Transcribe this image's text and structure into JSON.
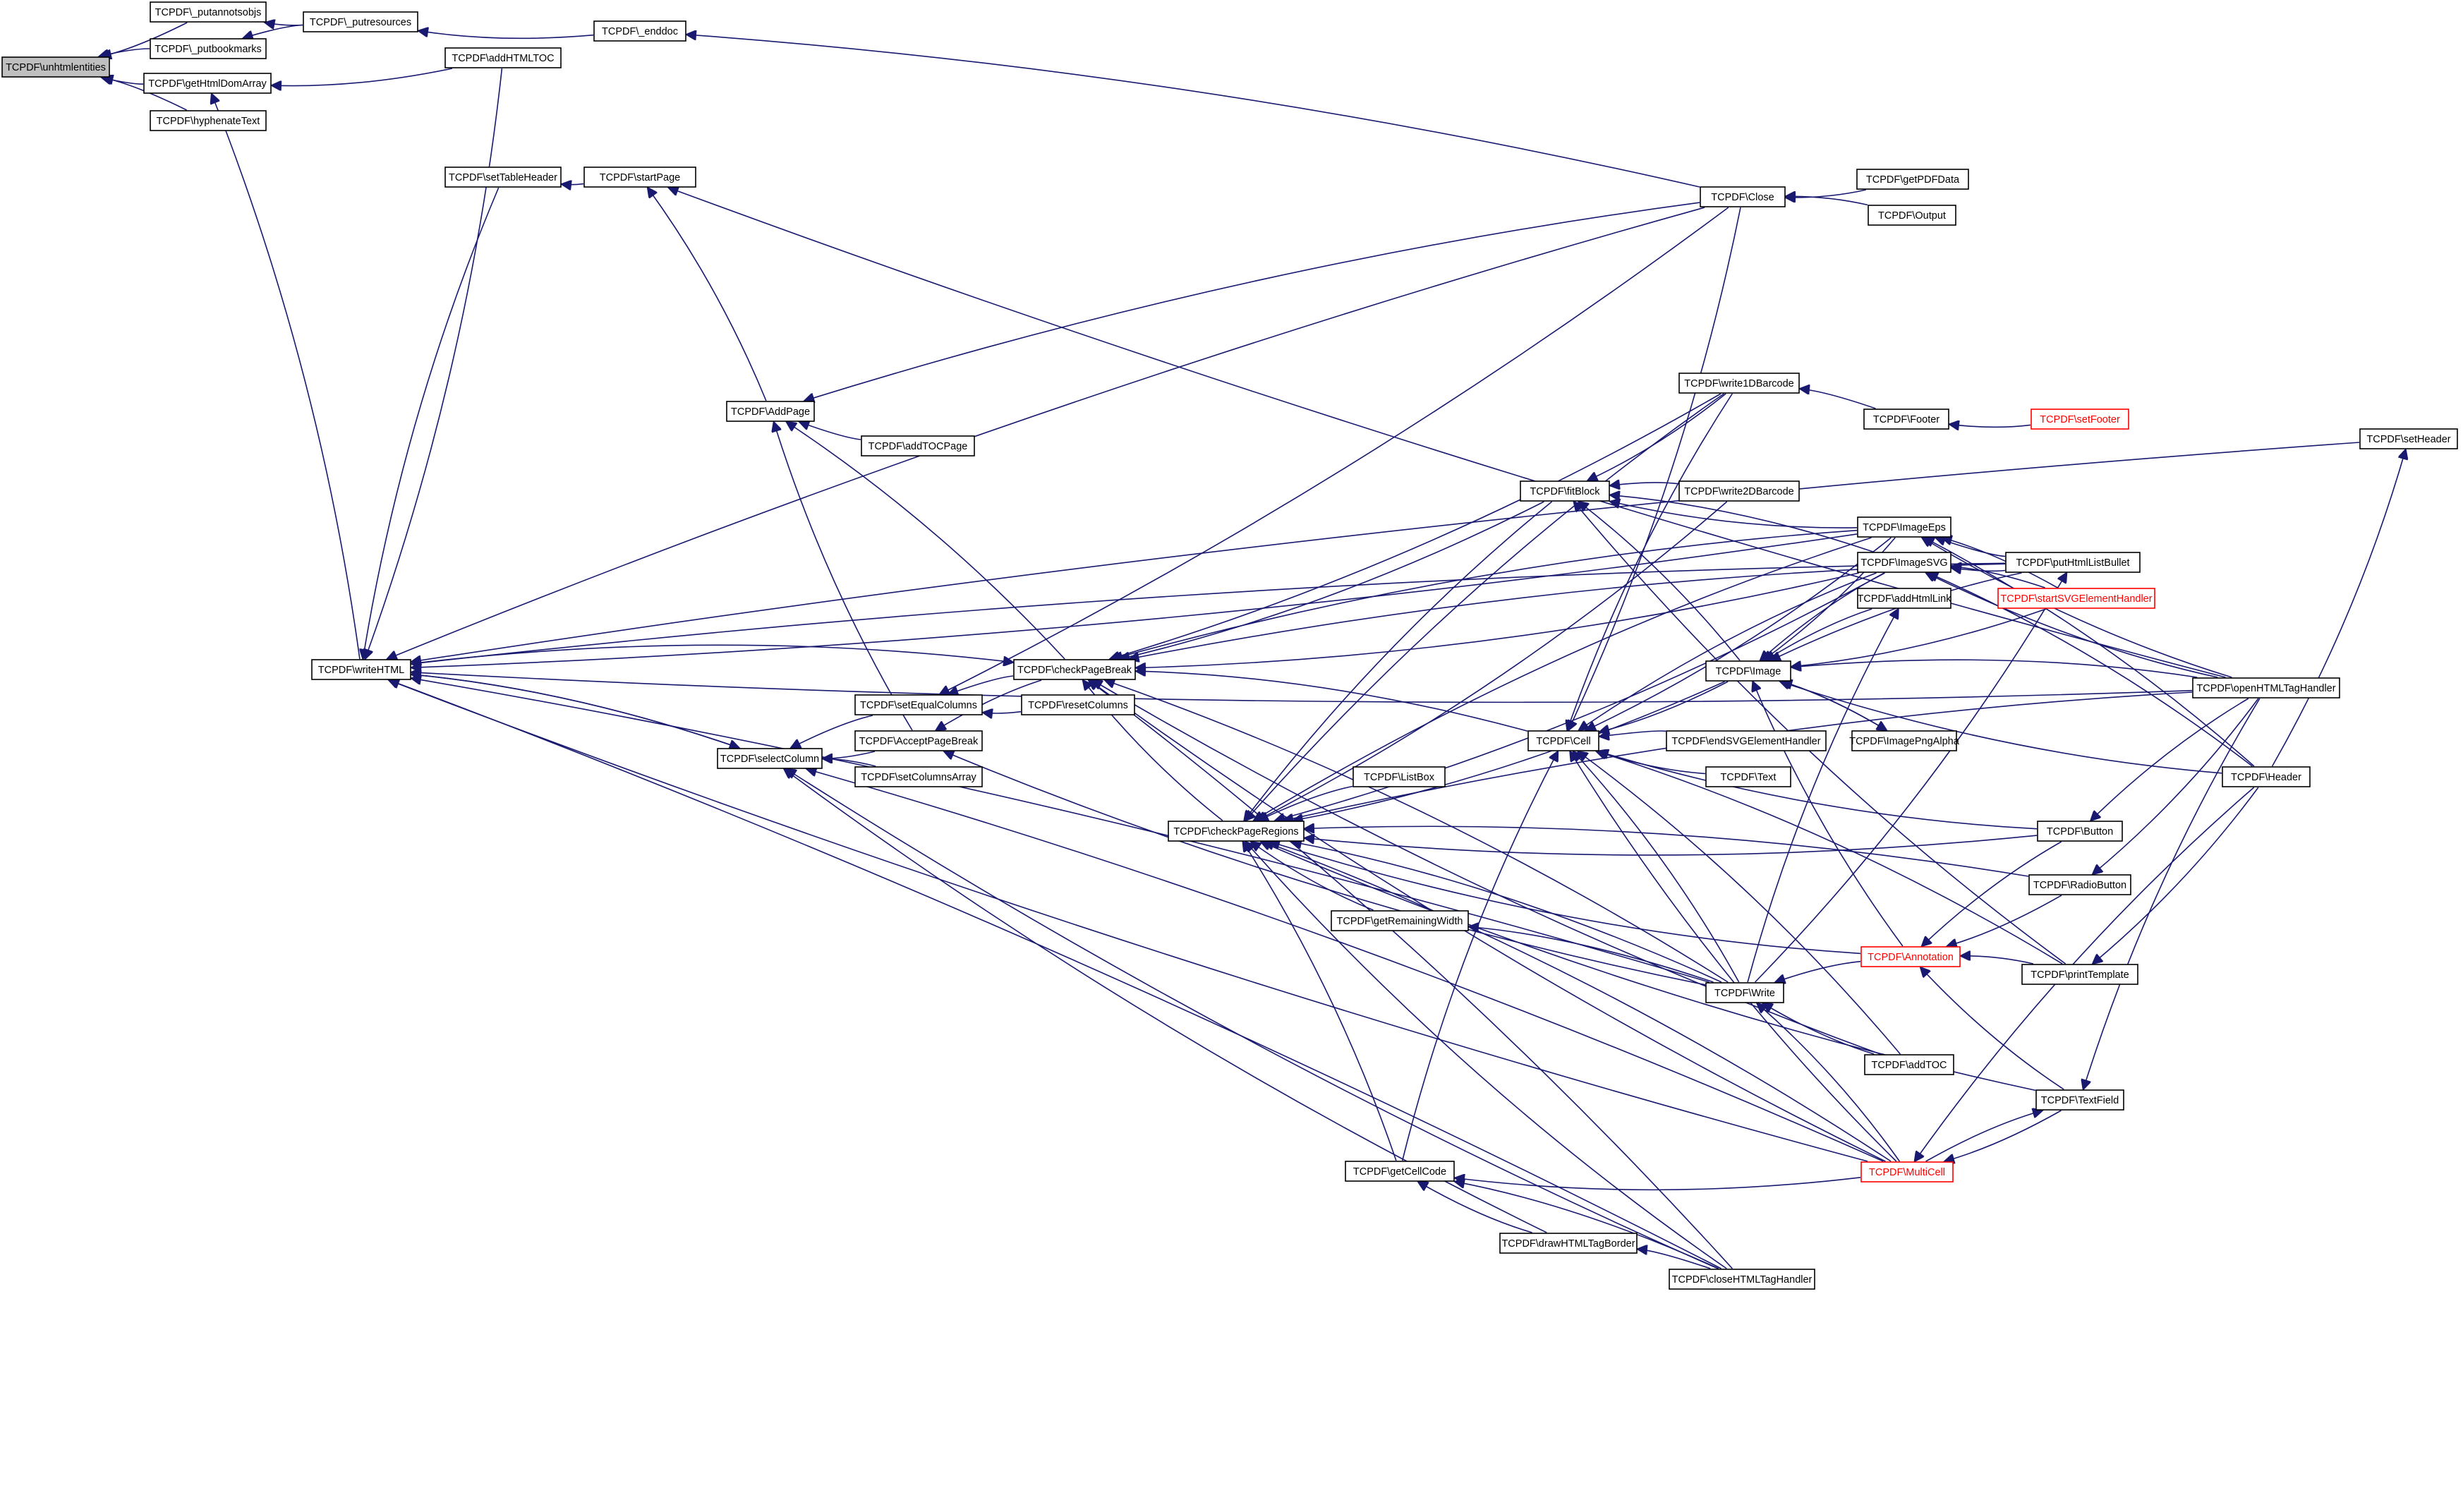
{
  "graph": {
    "colors": {
      "edge": "#191970",
      "node_fill": "#ffffff",
      "root_fill": "#bfbfbf",
      "truncated": "#ff0000",
      "text": "#000000"
    },
    "nodes": {
      "unhtmlentities": {
        "label": "TCPDF\\unhtmlentities",
        "kind": "root"
      },
      "putannotsobjs": {
        "label": "TCPDF\\_putannotsobjs"
      },
      "putbookmarks": {
        "label": "TCPDF\\_putbookmarks"
      },
      "getHtmlDomArray": {
        "label": "TCPDF\\getHtmlDomArray"
      },
      "hyphenateText": {
        "label": "TCPDF\\hyphenateText"
      },
      "putresources": {
        "label": "TCPDF\\_putresources"
      },
      "enddoc": {
        "label": "TCPDF\\_enddoc"
      },
      "addHTMLTOC": {
        "label": "TCPDF\\addHTMLTOC"
      },
      "setTableHeader": {
        "label": "TCPDF\\setTableHeader"
      },
      "startPage": {
        "label": "TCPDF\\startPage"
      },
      "writeHTML": {
        "label": "TCPDF\\writeHTML"
      },
      "AddPage": {
        "label": "TCPDF\\AddPage"
      },
      "addTOCPage": {
        "label": "TCPDF\\addTOCPage"
      },
      "checkPageBreak": {
        "label": "TCPDF\\checkPageBreak"
      },
      "setEqualColumns": {
        "label": "TCPDF\\setEqualColumns"
      },
      "resetColumns": {
        "label": "TCPDF\\resetColumns"
      },
      "AcceptPageBreak": {
        "label": "TCPDF\\AcceptPageBreak"
      },
      "selectColumn": {
        "label": "TCPDF\\selectColumn"
      },
      "setColumnsArray": {
        "label": "TCPDF\\setColumnsArray"
      },
      "checkPageRegions": {
        "label": "TCPDF\\checkPageRegions"
      },
      "ListBox": {
        "label": "TCPDF\\ListBox"
      },
      "getRemainingWidth": {
        "label": "TCPDF\\getRemainingWidth"
      },
      "getCellCode": {
        "label": "TCPDF\\getCellCode"
      },
      "drawHTMLTagBorder": {
        "label": "TCPDF\\drawHTMLTagBorder"
      },
      "closeHTMLTagHandler": {
        "label": "TCPDF\\closeHTMLTagHandler"
      },
      "Close": {
        "label": "TCPDF\\Close"
      },
      "getPDFData": {
        "label": "TCPDF\\getPDFData"
      },
      "Output": {
        "label": "TCPDF\\Output"
      },
      "write1DBarcode": {
        "label": "TCPDF\\write1DBarcode"
      },
      "Footer": {
        "label": "TCPDF\\Footer"
      },
      "setFooter": {
        "label": "TCPDF\\setFooter",
        "kind": "truncated"
      },
      "fitBlock": {
        "label": "TCPDF\\fitBlock"
      },
      "write2DBarcode": {
        "label": "TCPDF\\write2DBarcode"
      },
      "ImageEps": {
        "label": "TCPDF\\ImageEps"
      },
      "ImageSVG": {
        "label": "TCPDF\\ImageSVG"
      },
      "addHtmlLink": {
        "label": "TCPDF\\addHtmlLink"
      },
      "putHtmlListBullet": {
        "label": "TCPDF\\putHtmlListBullet"
      },
      "startSVGElementHandler": {
        "label": "TCPDF\\startSVGElementHandler",
        "kind": "truncated"
      },
      "Image": {
        "label": "TCPDF\\Image"
      },
      "Cell": {
        "label": "TCPDF\\Cell"
      },
      "endSVGElementHandler": {
        "label": "TCPDF\\endSVGElementHandler"
      },
      "Text": {
        "label": "TCPDF\\Text"
      },
      "ImagePngAlpha": {
        "label": "TCPDF\\ImagePngAlpha"
      },
      "openHTMLTagHandler": {
        "label": "TCPDF\\openHTMLTagHandler"
      },
      "Header": {
        "label": "TCPDF\\Header"
      },
      "setHeader": {
        "label": "TCPDF\\setHeader"
      },
      "Button": {
        "label": "TCPDF\\Button"
      },
      "RadioButton": {
        "label": "TCPDF\\RadioButton"
      },
      "Annotation": {
        "label": "TCPDF\\Annotation",
        "kind": "truncated"
      },
      "printTemplate": {
        "label": "TCPDF\\printTemplate"
      },
      "Write": {
        "label": "TCPDF\\Write"
      },
      "addTOC": {
        "label": "TCPDF\\addTOC"
      },
      "TextField": {
        "label": "TCPDF\\TextField"
      },
      "MultiCell": {
        "label": "TCPDF\\MultiCell",
        "kind": "truncated"
      }
    },
    "edges": [
      [
        "putannotsobjs",
        "unhtmlentities"
      ],
      [
        "putbookmarks",
        "unhtmlentities"
      ],
      [
        "getHtmlDomArray",
        "unhtmlentities"
      ],
      [
        "hyphenateText",
        "unhtmlentities"
      ],
      [
        "putresources",
        "putannotsobjs"
      ],
      [
        "putresources",
        "putbookmarks"
      ],
      [
        "enddoc",
        "putresources"
      ],
      [
        "Close",
        "enddoc"
      ],
      [
        "addHTMLTOC",
        "getHtmlDomArray"
      ],
      [
        "writeHTML",
        "getHtmlDomArray"
      ],
      [
        "getPDFData",
        "Close"
      ],
      [
        "Output",
        "Close"
      ],
      [
        "startPage",
        "setTableHeader"
      ],
      [
        "setTableHeader",
        "writeHTML"
      ],
      [
        "addHTMLTOC",
        "writeHTML"
      ],
      [
        "AddPage",
        "startPage"
      ],
      [
        "openHTMLTagHandler",
        "startPage"
      ],
      [
        "setHeader",
        "writeHTML"
      ],
      [
        "openHTMLTagHandler",
        "writeHTML"
      ],
      [
        "putHtmlListBullet",
        "writeHTML"
      ],
      [
        "ImageEps",
        "writeHTML"
      ],
      [
        "Close",
        "writeHTML"
      ],
      [
        "addTOCPage",
        "AddPage"
      ],
      [
        "checkPageBreak",
        "AddPage"
      ],
      [
        "AcceptPageBreak",
        "AddPage"
      ],
      [
        "Close",
        "AddPage"
      ],
      [
        "writeHTML",
        "checkPageBreak"
      ],
      [
        "selectColumn",
        "writeHTML"
      ],
      [
        "writeHTML",
        "selectColumn"
      ],
      [
        "setEqualColumns",
        "selectColumn"
      ],
      [
        "AcceptPageBreak",
        "selectColumn"
      ],
      [
        "setColumnsArray",
        "selectColumn"
      ],
      [
        "resetColumns",
        "setEqualColumns"
      ],
      [
        "checkPageBreak",
        "setEqualColumns"
      ],
      [
        "Close",
        "setEqualColumns"
      ],
      [
        "checkPageBreak",
        "AcceptPageBreak"
      ],
      [
        "checkPageRegions",
        "checkPageBreak"
      ],
      [
        "Cell",
        "checkPageBreak"
      ],
      [
        "fitBlock",
        "checkPageBreak"
      ],
      [
        "ImageEps",
        "checkPageBreak"
      ],
      [
        "ImageSVG",
        "checkPageBreak"
      ],
      [
        "putHtmlListBullet",
        "checkPageBreak"
      ],
      [
        "write1DBarcode",
        "checkPageBreak"
      ],
      [
        "Write",
        "checkPageBreak"
      ],
      [
        "MultiCell",
        "checkPageBreak"
      ],
      [
        "closeHTMLTagHandler",
        "checkPageBreak"
      ],
      [
        "addTOC",
        "checkPageBreak"
      ],
      [
        "ListBox",
        "checkPageRegions"
      ],
      [
        "getRemainingWidth",
        "checkPageRegions"
      ],
      [
        "getCellCode",
        "checkPageRegions"
      ],
      [
        "closeHTMLTagHandler",
        "checkPageRegions"
      ],
      [
        "MultiCell",
        "checkPageRegions"
      ],
      [
        "TextField",
        "checkPageRegions"
      ],
      [
        "Write",
        "checkPageRegions"
      ],
      [
        "Image",
        "checkPageRegions"
      ],
      [
        "ImageEps",
        "checkPageRegions"
      ],
      [
        "ImageSVG",
        "checkPageRegions"
      ],
      [
        "write1DBarcode",
        "checkPageRegions"
      ],
      [
        "write2DBarcode",
        "checkPageRegions"
      ],
      [
        "fitBlock",
        "checkPageRegions"
      ],
      [
        "Button",
        "checkPageRegions"
      ],
      [
        "RadioButton",
        "checkPageRegions"
      ],
      [
        "Annotation",
        "checkPageRegions"
      ],
      [
        "openHTMLTagHandler",
        "checkPageRegions"
      ],
      [
        "drawHTMLTagBorder",
        "getCellCode"
      ],
      [
        "closeHTMLTagHandler",
        "getCellCode"
      ],
      [
        "MultiCell",
        "getCellCode"
      ],
      [
        "closeHTMLTagHandler",
        "drawHTMLTagBorder"
      ],
      [
        "drawHTMLTagBorder",
        "selectColumn"
      ],
      [
        "MultiCell",
        "selectColumn"
      ],
      [
        "closeHTMLTagHandler",
        "selectColumn"
      ],
      [
        "Write",
        "getRemainingWidth"
      ],
      [
        "Write",
        "AcceptPageBreak"
      ],
      [
        "Write",
        "writeHTML"
      ],
      [
        "MultiCell",
        "writeHTML"
      ],
      [
        "closeHTMLTagHandler",
        "writeHTML"
      ],
      [
        "getCellCode",
        "Cell"
      ],
      [
        "Write",
        "Cell"
      ],
      [
        "Image",
        "Cell"
      ],
      [
        "endSVGElementHandler",
        "Cell"
      ],
      [
        "Text",
        "Cell"
      ],
      [
        "write1DBarcode",
        "Cell"
      ],
      [
        "ImageEps",
        "Cell"
      ],
      [
        "ImageSVG",
        "Cell"
      ],
      [
        "Button",
        "Cell"
      ],
      [
        "printTemplate",
        "Cell"
      ],
      [
        "Close",
        "Cell"
      ],
      [
        "addTOC",
        "Cell"
      ],
      [
        "MultiCell",
        "Cell"
      ],
      [
        "write2DBarcode",
        "fitBlock"
      ],
      [
        "write1DBarcode",
        "fitBlock"
      ],
      [
        "Image",
        "fitBlock"
      ],
      [
        "ImageEps",
        "fitBlock"
      ],
      [
        "ImageSVG",
        "fitBlock"
      ],
      [
        "printTemplate",
        "fitBlock"
      ],
      [
        "Footer",
        "write1DBarcode"
      ],
      [
        "setFooter",
        "Footer"
      ],
      [
        "ImagePngAlpha",
        "Image"
      ],
      [
        "Image",
        "ImagePngAlpha"
      ],
      [
        "openHTMLTagHandler",
        "Image"
      ],
      [
        "Header",
        "Image"
      ],
      [
        "ImageSVG",
        "Image"
      ],
      [
        "ImageEps",
        "Image"
      ],
      [
        "putHtmlListBullet",
        "Image"
      ],
      [
        "startSVGElementHandler",
        "Image"
      ],
      [
        "addHtmlLink",
        "Image"
      ],
      [
        "putHtmlListBullet",
        "ImageSVG"
      ],
      [
        "startSVGElementHandler",
        "ImageSVG"
      ],
      [
        "openHTMLTagHandler",
        "ImageSVG"
      ],
      [
        "Header",
        "ImageSVG"
      ],
      [
        "putHtmlListBullet",
        "ImageEps"
      ],
      [
        "startSVGElementHandler",
        "ImageEps"
      ],
      [
        "openHTMLTagHandler",
        "ImageEps"
      ],
      [
        "Header",
        "ImageEps"
      ],
      [
        "Annotation",
        "Image"
      ],
      [
        "Button",
        "Annotation"
      ],
      [
        "RadioButton",
        "Annotation"
      ],
      [
        "printTemplate",
        "Annotation"
      ],
      [
        "TextField",
        "Annotation"
      ],
      [
        "Annotation",
        "Write"
      ],
      [
        "Write",
        "addHtmlLink"
      ],
      [
        "Write",
        "putHtmlListBullet"
      ],
      [
        "addTOC",
        "Write"
      ],
      [
        "MultiCell",
        "Write"
      ],
      [
        "TextField",
        "MultiCell"
      ],
      [
        "Header",
        "MultiCell"
      ],
      [
        "MultiCell",
        "TextField"
      ],
      [
        "openHTMLTagHandler",
        "Button"
      ],
      [
        "openHTMLTagHandler",
        "RadioButton"
      ],
      [
        "openHTMLTagHandler",
        "TextField"
      ],
      [
        "Header",
        "printTemplate"
      ],
      [
        "Header",
        "setHeader"
      ]
    ]
  }
}
